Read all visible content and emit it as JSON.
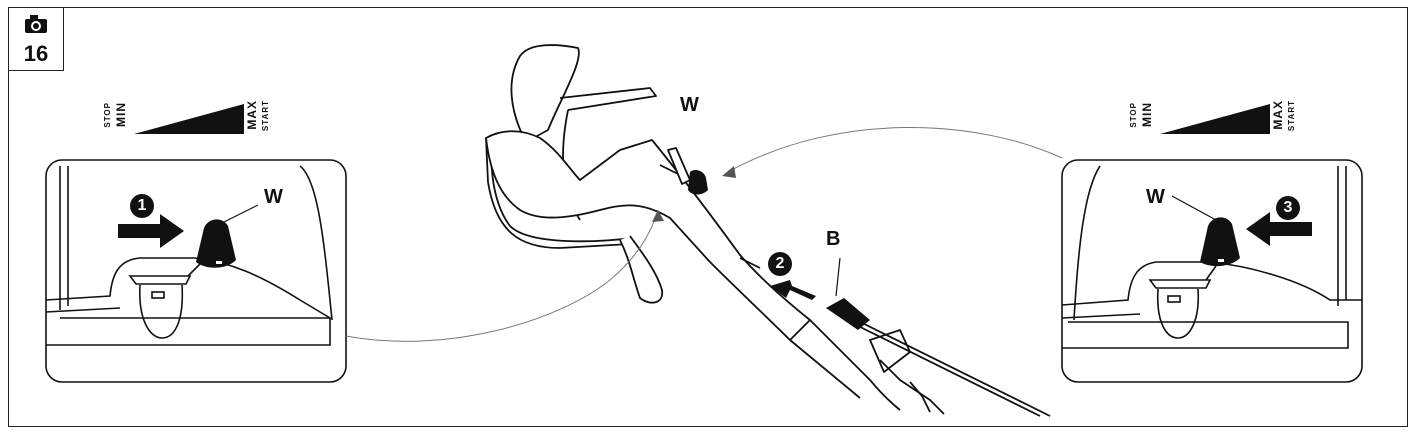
{
  "figure": {
    "number": "16",
    "camera_icon": "camera-icon"
  },
  "labels": {
    "w_left": "W",
    "w_center": "W",
    "w_right": "W",
    "b_label": "B"
  },
  "steps": {
    "one": "1",
    "two": "2",
    "three": "3"
  },
  "throttle_scale_left": {
    "min": "MIN",
    "stop": "STOP",
    "max": "MAX",
    "start": "START"
  },
  "throttle_scale_right": {
    "min": "MIN",
    "stop": "STOP",
    "max": "MAX",
    "start": "START"
  },
  "colors": {
    "line": "#111111",
    "fill": "#ffffff"
  }
}
